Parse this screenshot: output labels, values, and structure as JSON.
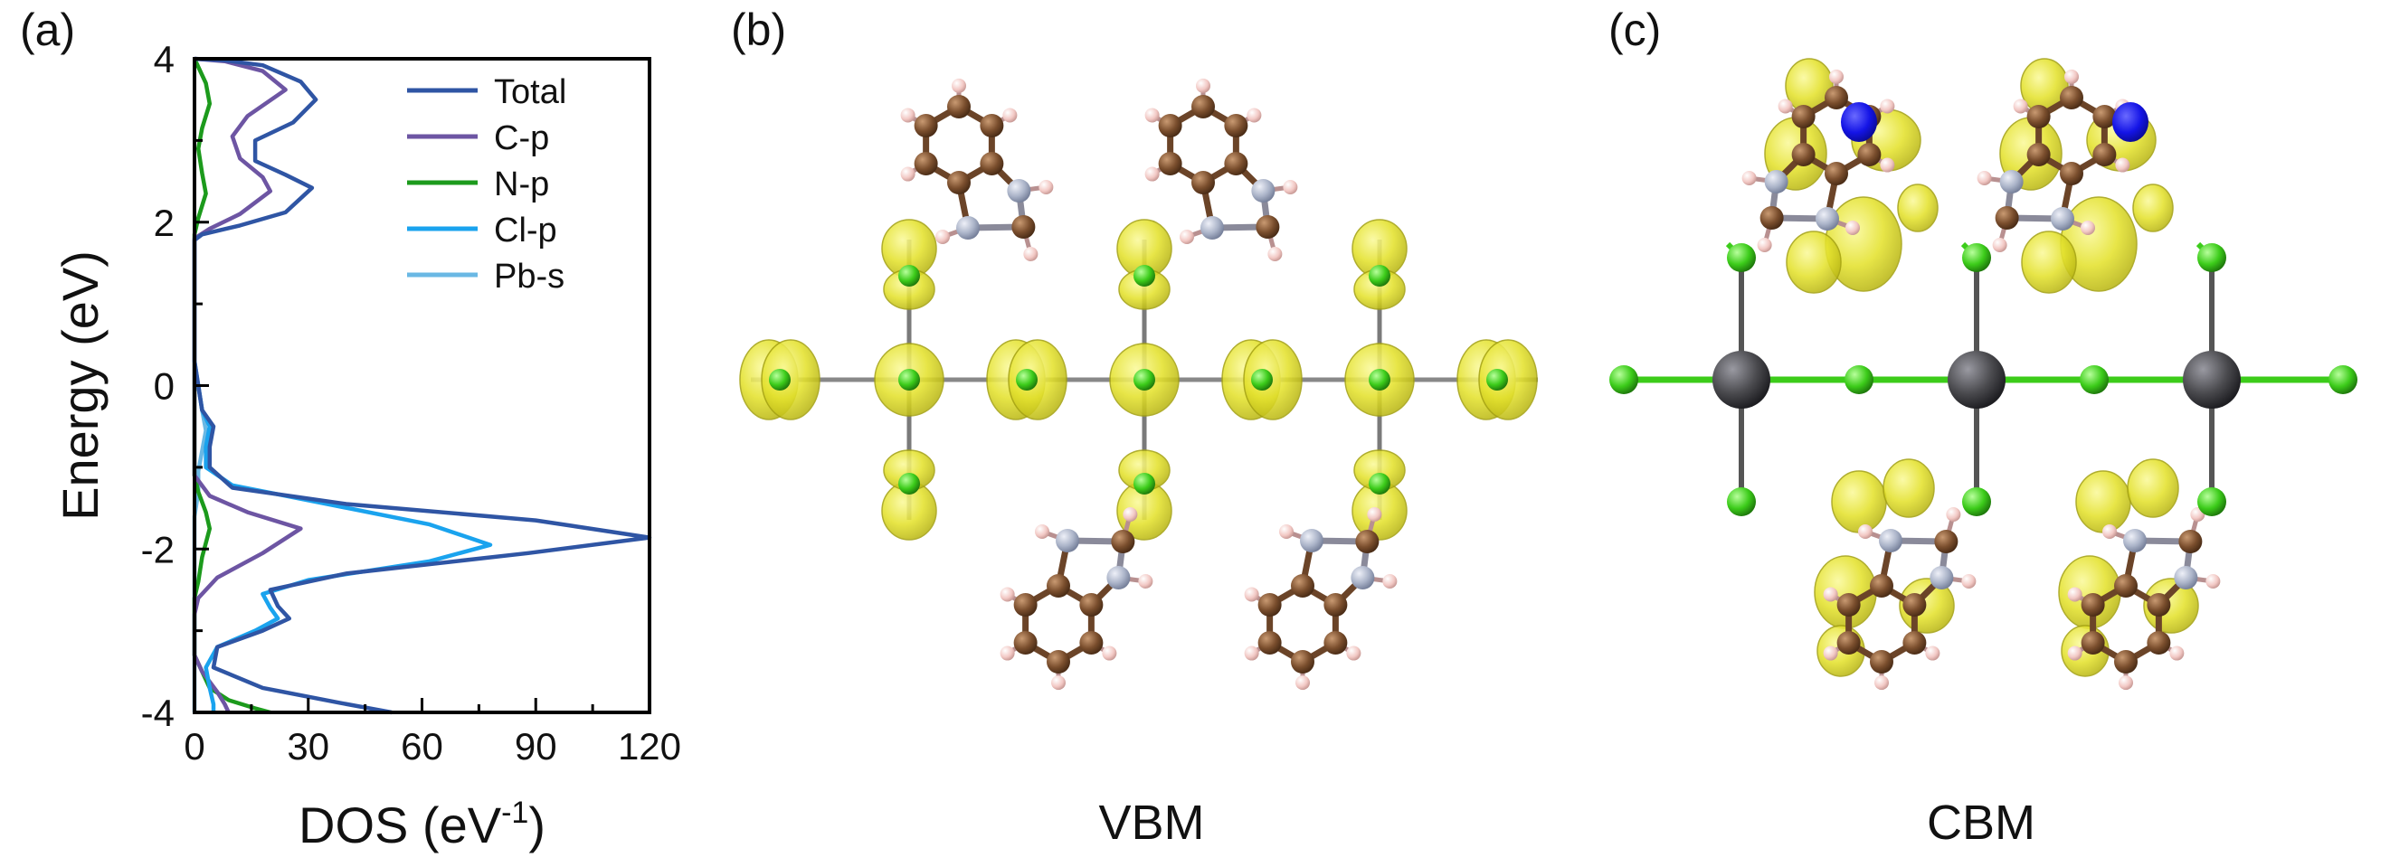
{
  "colors": {
    "total": "#2f55a4",
    "c_p": "#6d55a3",
    "n_p": "#1c9a1c",
    "cl_p": "#1aa3ee",
    "pb_s": "#6ab8e4",
    "iso_yellow": "#e4e22e",
    "iso_blue": "#1414e6",
    "carbon": "#7a4e2d",
    "nitrogen": "#aab3c8",
    "hydrogen": "#f2c8c4",
    "chlorine": "#3ccc1a",
    "lead": "#4a4a4e"
  },
  "panels": {
    "a": {
      "label": "(a)"
    },
    "b": {
      "label": "(b)",
      "caption": "VBM"
    },
    "c": {
      "label": "(c)",
      "caption": "CBM"
    }
  },
  "chart_data": {
    "type": "line",
    "orientation": "horizontal-dos",
    "xlabel": "DOS (eV",
    "xlabel_sup": "-1",
    "xlabel_end": ")",
    "ylabel": "Energy (eV)",
    "xlim": [
      0,
      120
    ],
    "ylim": [
      -4,
      4
    ],
    "xticks": [
      0,
      30,
      60,
      90,
      120
    ],
    "yticks": [
      -4,
      -2,
      0,
      2,
      4
    ],
    "legend_position": "top-right",
    "series": [
      {
        "name": "Total",
        "color_key": "total",
        "points": [
          [
            0,
            4.0
          ],
          [
            8,
            3.98
          ],
          [
            18,
            3.92
          ],
          [
            28,
            3.72
          ],
          [
            32,
            3.5
          ],
          [
            26,
            3.22
          ],
          [
            16,
            3.0
          ],
          [
            16,
            2.75
          ],
          [
            24,
            2.58
          ],
          [
            31,
            2.42
          ],
          [
            24,
            2.12
          ],
          [
            12,
            1.96
          ],
          [
            2,
            1.85
          ],
          [
            0,
            1.78
          ],
          [
            0,
            0.3
          ],
          [
            1,
            0.0
          ],
          [
            2,
            -0.3
          ],
          [
            5,
            -0.5
          ],
          [
            4,
            -0.75
          ],
          [
            4,
            -1.0
          ],
          [
            10,
            -1.25
          ],
          [
            40,
            -1.45
          ],
          [
            90,
            -1.65
          ],
          [
            120,
            -1.86
          ],
          [
            88,
            -2.05
          ],
          [
            40,
            -2.3
          ],
          [
            20,
            -2.5
          ],
          [
            22,
            -2.7
          ],
          [
            25,
            -2.85
          ],
          [
            18,
            -3.0
          ],
          [
            6,
            -3.2
          ],
          [
            5,
            -3.45
          ],
          [
            18,
            -3.7
          ],
          [
            38,
            -3.88
          ],
          [
            52,
            -4.0
          ]
        ]
      },
      {
        "name": "C-p",
        "color_key": "c_p",
        "points": [
          [
            0,
            4.0
          ],
          [
            8,
            3.97
          ],
          [
            18,
            3.85
          ],
          [
            24,
            3.62
          ],
          [
            14,
            3.3
          ],
          [
            10,
            3.05
          ],
          [
            12,
            2.78
          ],
          [
            18,
            2.55
          ],
          [
            20,
            2.38
          ],
          [
            12,
            2.1
          ],
          [
            4,
            1.92
          ],
          [
            0,
            1.8
          ],
          [
            0,
            -1.1
          ],
          [
            4,
            -1.35
          ],
          [
            14,
            -1.55
          ],
          [
            28,
            -1.75
          ],
          [
            18,
            -2.05
          ],
          [
            6,
            -2.35
          ],
          [
            1,
            -2.6
          ],
          [
            0,
            -2.8
          ],
          [
            0,
            -3.3
          ],
          [
            2,
            -3.5
          ],
          [
            6,
            -3.75
          ],
          [
            8,
            -3.9
          ],
          [
            9,
            -4.0
          ]
        ]
      },
      {
        "name": "N-p",
        "color_key": "n_p",
        "points": [
          [
            0,
            4.0
          ],
          [
            1,
            3.9
          ],
          [
            3,
            3.7
          ],
          [
            4,
            3.45
          ],
          [
            2,
            3.15
          ],
          [
            1,
            2.9
          ],
          [
            2,
            2.6
          ],
          [
            3,
            2.35
          ],
          [
            1,
            2.05
          ],
          [
            0,
            1.85
          ],
          [
            0,
            -1.1
          ],
          [
            1,
            -1.3
          ],
          [
            3,
            -1.55
          ],
          [
            4,
            -1.75
          ],
          [
            2,
            -2.1
          ],
          [
            1,
            -2.4
          ],
          [
            0,
            -2.6
          ],
          [
            0,
            -3.3
          ],
          [
            2,
            -3.5
          ],
          [
            4,
            -3.7
          ],
          [
            9,
            -3.85
          ],
          [
            16,
            -3.95
          ],
          [
            20,
            -4.0
          ]
        ]
      },
      {
        "name": "Cl-p",
        "color_key": "cl_p",
        "points": [
          [
            0,
            0.3
          ],
          [
            1,
            0.0
          ],
          [
            2,
            -0.3
          ],
          [
            4,
            -0.5
          ],
          [
            3,
            -0.75
          ],
          [
            3,
            -1.0
          ],
          [
            10,
            -1.22
          ],
          [
            35,
            -1.45
          ],
          [
            62,
            -1.7
          ],
          [
            78,
            -1.95
          ],
          [
            62,
            -2.15
          ],
          [
            30,
            -2.38
          ],
          [
            18,
            -2.55
          ],
          [
            20,
            -2.72
          ],
          [
            22,
            -2.85
          ],
          [
            16,
            -3.0
          ],
          [
            6,
            -3.2
          ],
          [
            3,
            -3.45
          ],
          [
            4,
            -3.7
          ],
          [
            5,
            -3.9
          ],
          [
            5,
            -4.0
          ]
        ]
      },
      {
        "name": "Pb-s",
        "color_key": "pb_s",
        "points": [
          [
            0,
            0.2
          ],
          [
            1,
            0.0
          ],
          [
            2,
            -0.3
          ],
          [
            3,
            -0.55
          ],
          [
            2,
            -0.8
          ],
          [
            1,
            -1.05
          ],
          [
            1,
            -1.3
          ],
          [
            0,
            -1.6
          ],
          [
            0,
            -4.0
          ]
        ]
      }
    ]
  }
}
